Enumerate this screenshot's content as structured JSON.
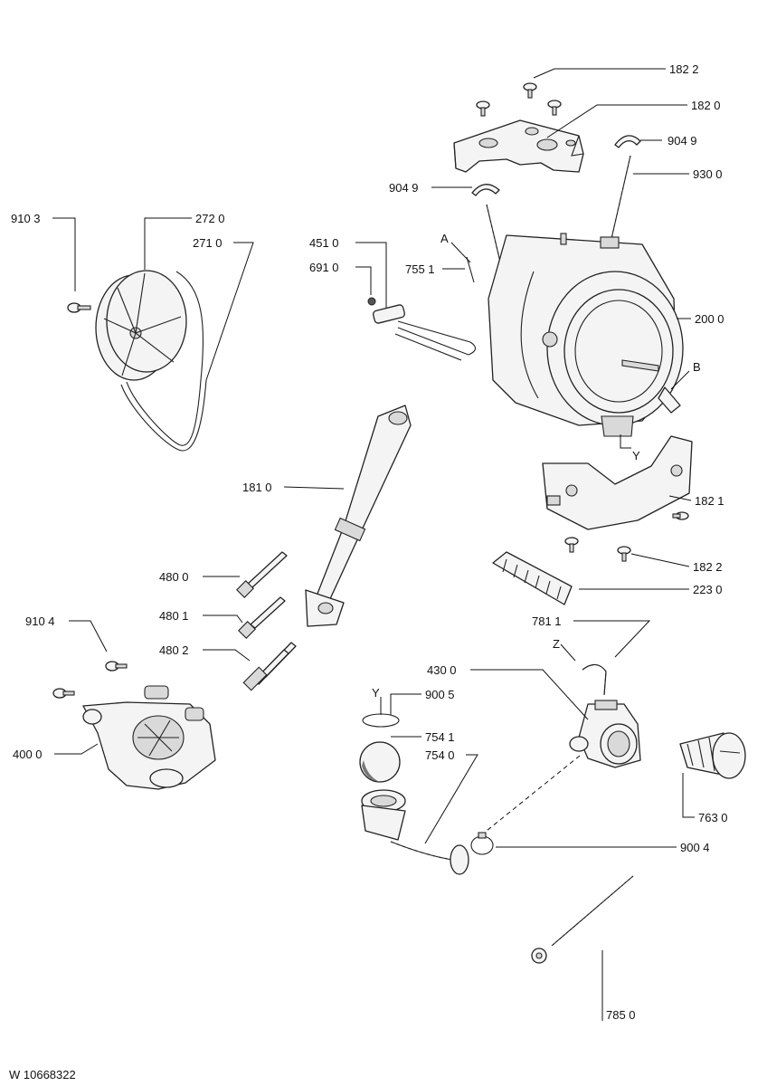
{
  "document_id": "W 10668322",
  "labels": {
    "p1822_top": "182 2",
    "p1820": "182 0",
    "p9049_right": "904 9",
    "p9300": "930 0",
    "p9049_left": "904 9",
    "p9103": "910 3",
    "p2720": "272 0",
    "p2710": "271 0",
    "p4510": "451 0",
    "p6910": "691 0",
    "pA": "A",
    "p7551": "755 1",
    "p2000": "200 0",
    "pB": "B",
    "pY_drum": "Y",
    "p1810": "181 0",
    "p1821": "182 1",
    "p1822_bottom": "182 2",
    "p2230": "223 0",
    "p4800": "480 0",
    "p4801": "480 1",
    "p4802": "480 2",
    "p9104": "910 4",
    "p7811": "781 1",
    "pZ": "Z",
    "p4300": "430 0",
    "pY_ring": "Y",
    "p9005": "900 5",
    "p7541": "754 1",
    "p7540": "754 0",
    "p4000": "400 0",
    "p7630": "763 0",
    "p9004": "900 4",
    "p7850": "785 0"
  }
}
